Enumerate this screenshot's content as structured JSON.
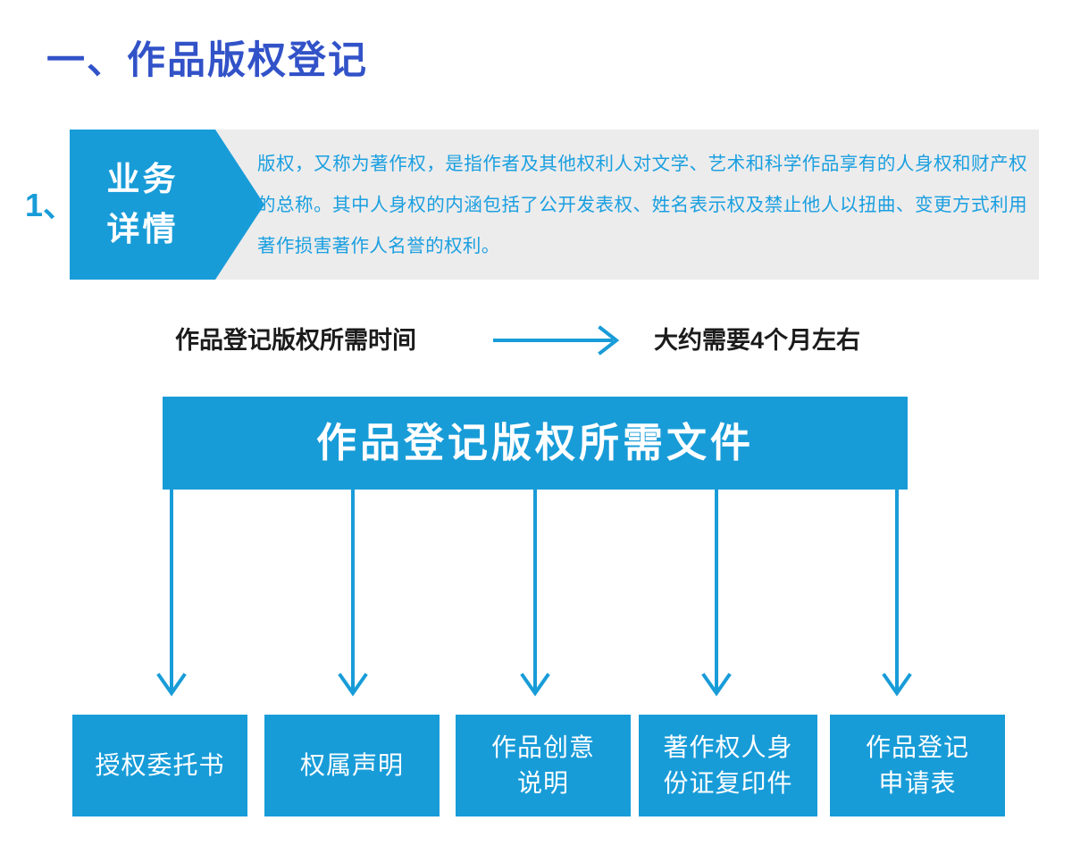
{
  "section": {
    "title": "一、作品版权登记"
  },
  "colors": {
    "title_blue": "#3252c8",
    "accent_blue": "#189cd8",
    "paragraph_blue": "#1a9fe0",
    "panel_gray": "#ececec",
    "dark_text": "#1b1b1b",
    "white": "#ffffff"
  },
  "item": {
    "index": "1、",
    "tag_line1": "业务",
    "tag_line2": "详情",
    "paragraph": "版权，又称为著作权，是指作者及其他权利人对文学、艺术和科学作品享有的人身权和财产权的总称。其中人身权的内涵包括了公开发表权、姓名表示权及禁止他人以扭曲、变更方式利用著作损害著作人名誉的权利。"
  },
  "duration": {
    "label": "作品登记版权所需时间",
    "arrow": "right-arrow-icon",
    "value": "大约需要4个月左右"
  },
  "documents": {
    "header": "作品登记版权所需文件",
    "connector_icon": "down-arrow-icon",
    "items": [
      {
        "label": "授权委托书"
      },
      {
        "label": "权属声明"
      },
      {
        "label": "作品创意\n说明"
      },
      {
        "label": "著作权人身\n份证复印件"
      },
      {
        "label": "作品登记\n申请表"
      }
    ]
  }
}
